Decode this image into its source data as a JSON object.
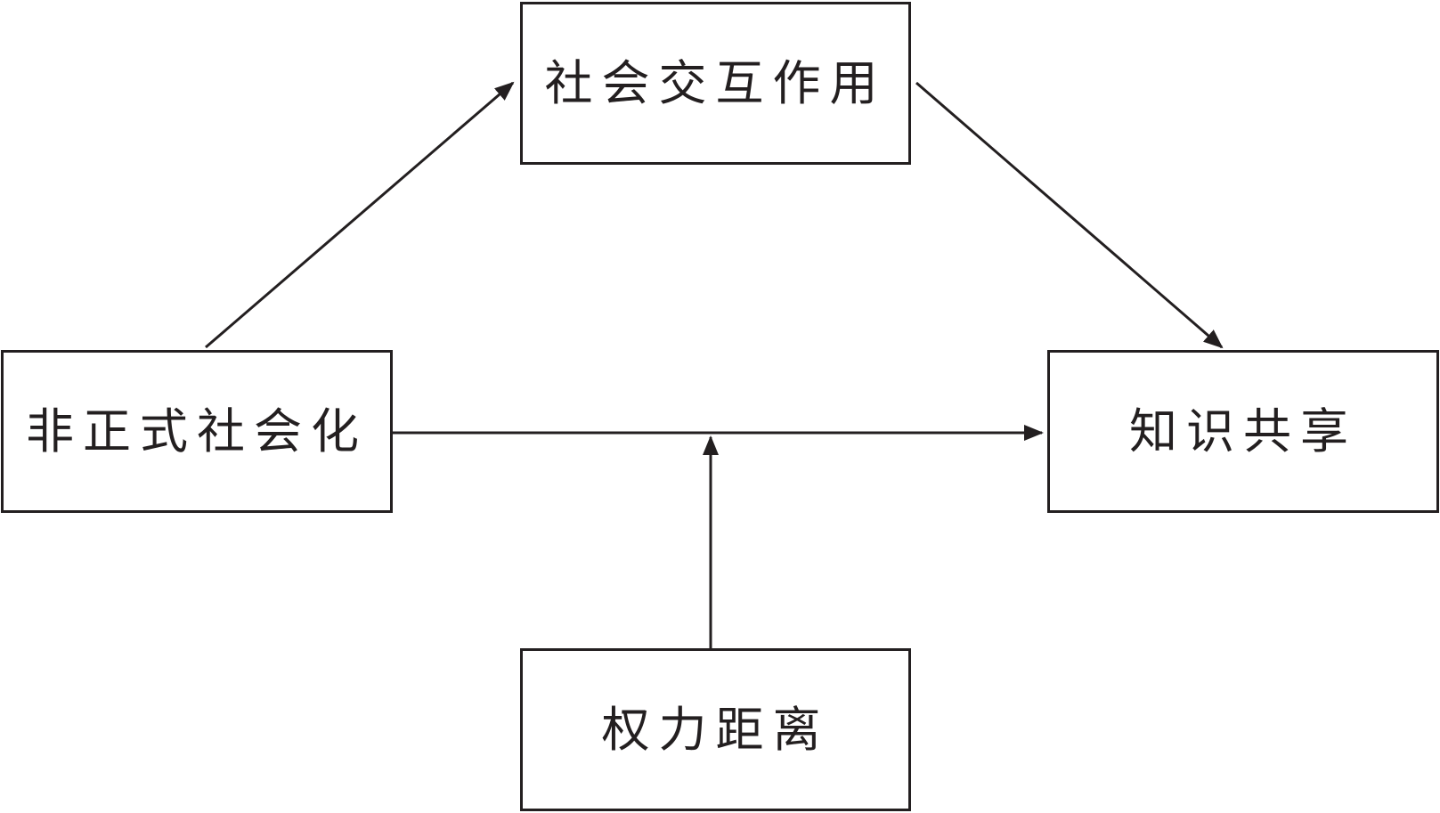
{
  "nodes": {
    "social_interaction": {
      "label": "社会交互作用"
    },
    "informal_socialization": {
      "label": "非正式社会化"
    },
    "knowledge_sharing": {
      "label": "知识共享"
    },
    "power_distance": {
      "label": "权力距离"
    }
  },
  "edges": [
    {
      "from": "informal_socialization",
      "to": "social_interaction"
    },
    {
      "from": "social_interaction",
      "to": "knowledge_sharing"
    },
    {
      "from": "informal_socialization",
      "to": "knowledge_sharing"
    },
    {
      "from": "power_distance",
      "to": "informal_socialization→knowledge_sharing"
    }
  ],
  "colors": {
    "stroke": "#231f20",
    "background": "#ffffff"
  }
}
